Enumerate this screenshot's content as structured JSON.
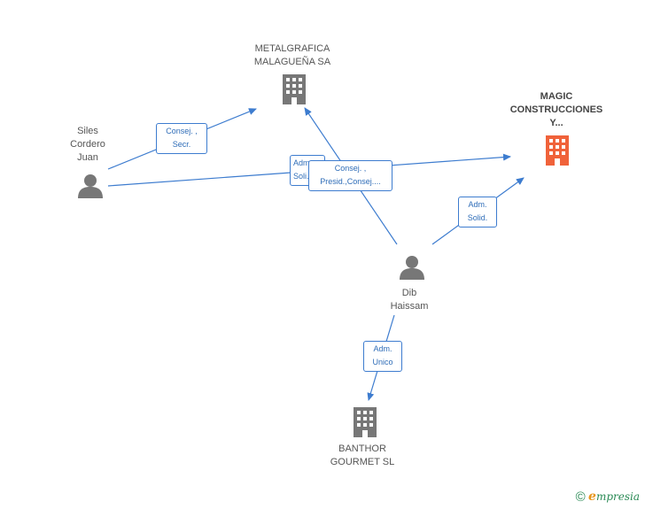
{
  "colors": {
    "edge": "#3d7ccf",
    "person": "#777777",
    "company": "#777777",
    "company_highlight": "#f0623a"
  },
  "nodes": {
    "metalgrafica": {
      "label": "METALGRAFICA\nMALAGUEÑA SA",
      "icon": "building-icon"
    },
    "magic": {
      "label": "MAGIC\nCONSTRUCCIONES\nY...",
      "icon": "building-icon"
    },
    "siles": {
      "label": "Siles\nCordero\nJuan",
      "icon": "person-icon"
    },
    "dib": {
      "label": "Dib\nHaissam",
      "icon": "person-icon"
    },
    "banthor": {
      "label": "BANTHOR\nGOURMET SL",
      "icon": "building-icon"
    }
  },
  "edges": {
    "siles_metalgrafica": "Consej. ,\nSecr.",
    "siles_magic": "Adm.\nSoli...",
    "dib_metalgrafica": "Consej. ,\nPresid.,Consej....",
    "dib_magic": "Adm.\nSolid.",
    "dib_banthor": "Adm.\nUnico"
  },
  "brand": {
    "copyright": "©",
    "e": "e",
    "rest": "mpresia"
  }
}
